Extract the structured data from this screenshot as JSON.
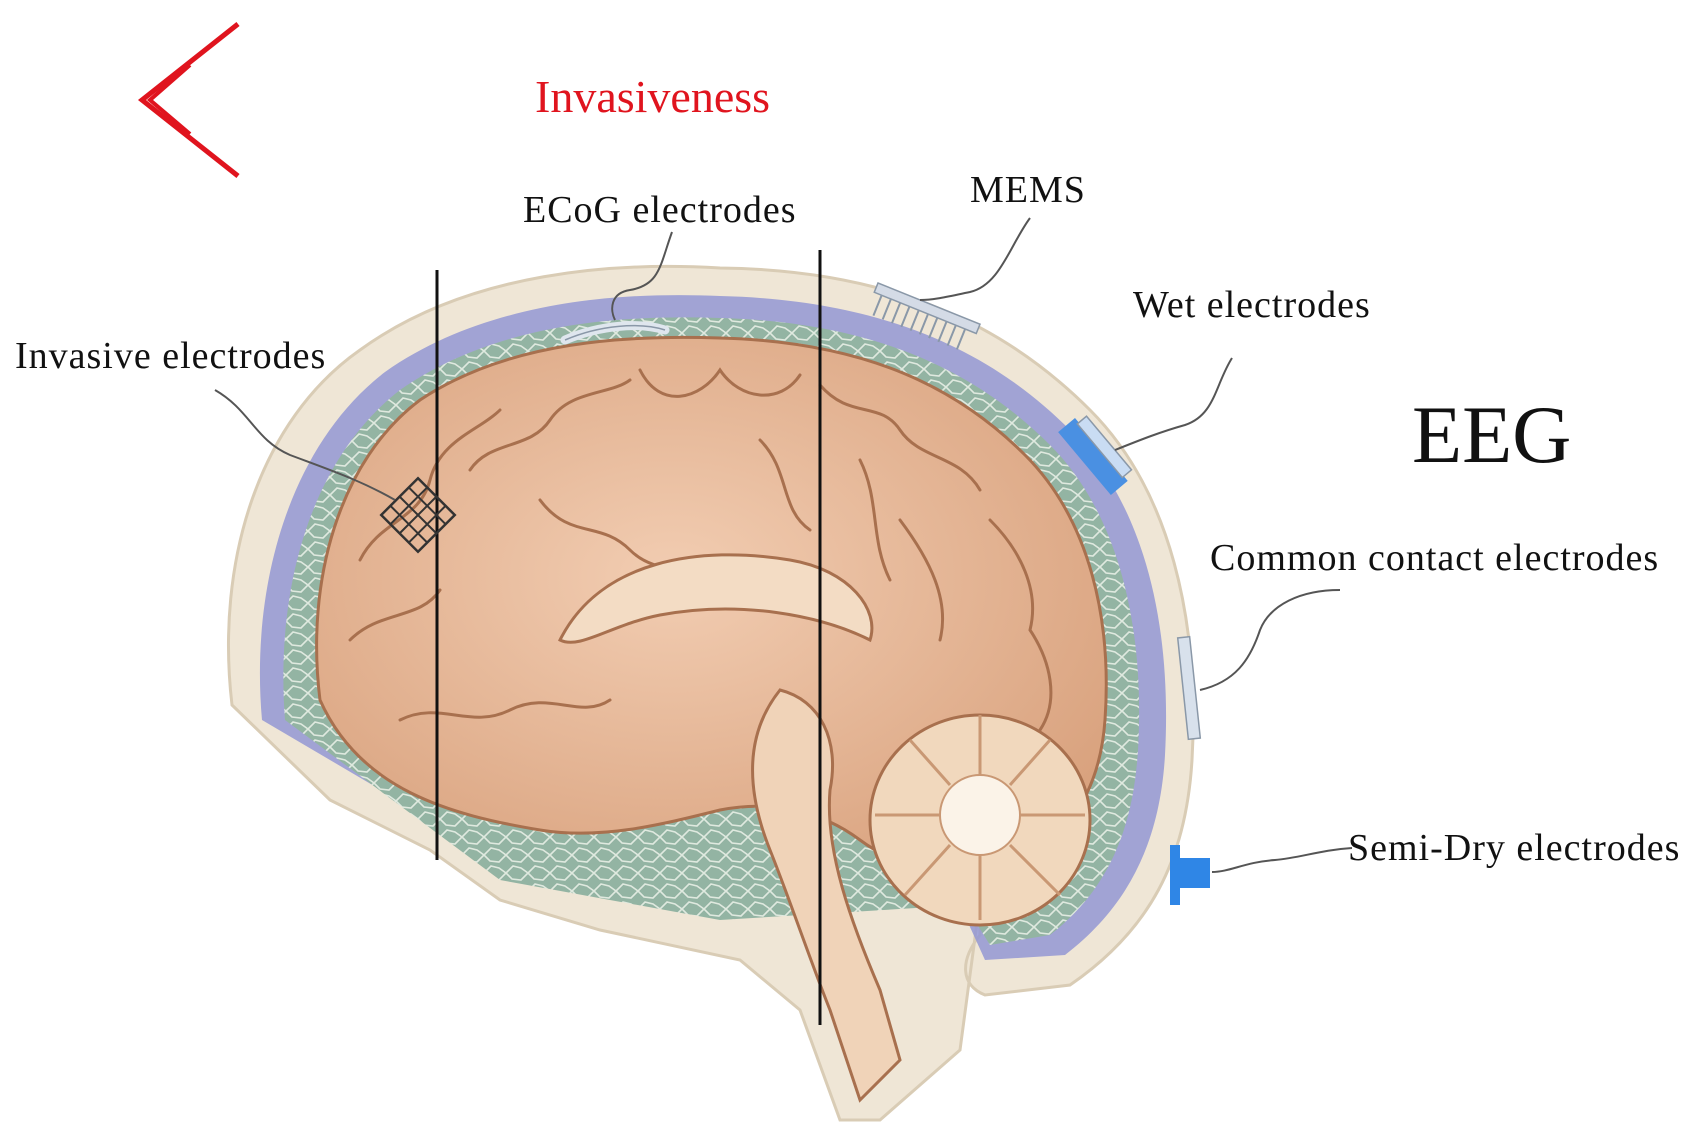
{
  "arrow": {
    "label": "Invasiveness",
    "color": "#e0141e"
  },
  "labels": {
    "ecog": "ECoG electrodes",
    "mems": "MEMS",
    "wet": "Wet electrodes",
    "eeg": "EEG",
    "invasive": "Invasive electrodes",
    "common_contact": "Common contact electrodes",
    "semi_dry": "Semi-Dry electrodes"
  },
  "colors": {
    "brain": "#e8b898",
    "brain_shadow": "#c98e6c",
    "scalp": "#efe6d6",
    "skull": "#e9dcc6",
    "csf_layer": "#8c8fd0",
    "meninges": "#8fb2a0",
    "electrode_blue": "#2f86e6"
  }
}
